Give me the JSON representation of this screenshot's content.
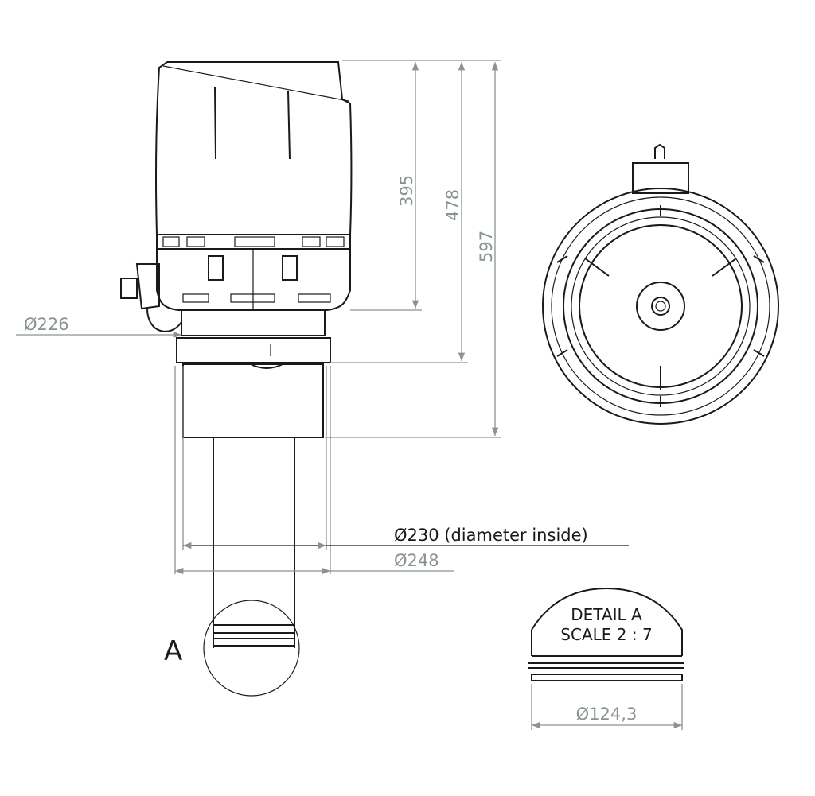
{
  "dimensions": {
    "height_395": "395",
    "height_478": "478",
    "height_597": "597",
    "diameter_226": "Ø226",
    "diameter_230": "Ø230 (diameter inside)",
    "diameter_248": "Ø248",
    "diameter_124": "Ø124,3"
  },
  "detail": {
    "marker": "A",
    "title": "DETAIL A",
    "scale": "SCALE 2 : 7"
  },
  "colors": {
    "line": "#1a1a1a",
    "dimension": "#8a9392"
  }
}
